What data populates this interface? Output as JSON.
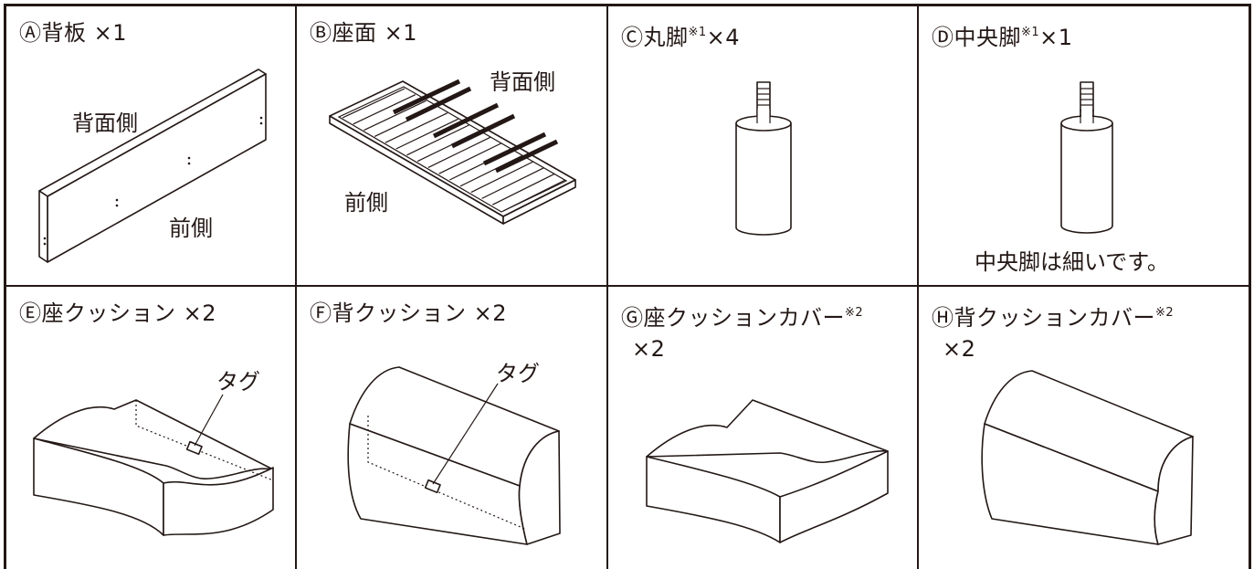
{
  "parts": [
    {
      "mark": "Ⓐ",
      "name": "背板",
      "note": "",
      "qty": "×1",
      "labels": {
        "back": "背面側",
        "front": "前側"
      }
    },
    {
      "mark": "Ⓑ",
      "name": "座面",
      "note": "",
      "qty": "×1",
      "labels": {
        "back": "背面側",
        "front": "前側"
      }
    },
    {
      "mark": "Ⓒ",
      "name": "丸脚",
      "note": "※1",
      "qty": "×4"
    },
    {
      "mark": "Ⓓ",
      "name": "中央脚",
      "note": "※1",
      "qty": "×1",
      "caption": "中央脚は細いです。"
    },
    {
      "mark": "Ⓔ",
      "name": "座クッション",
      "note": "",
      "qty": "×2",
      "tag": "タグ"
    },
    {
      "mark": "Ⓕ",
      "name": "背クッション",
      "note": "",
      "qty": "×2",
      "tag": "タグ"
    },
    {
      "mark": "Ⓖ",
      "name": "座クッションカバー",
      "note": "※2",
      "qty": "×2"
    },
    {
      "mark": "Ⓗ",
      "name": "背クッションカバー",
      "note": "※2",
      "qty": "×2"
    }
  ]
}
